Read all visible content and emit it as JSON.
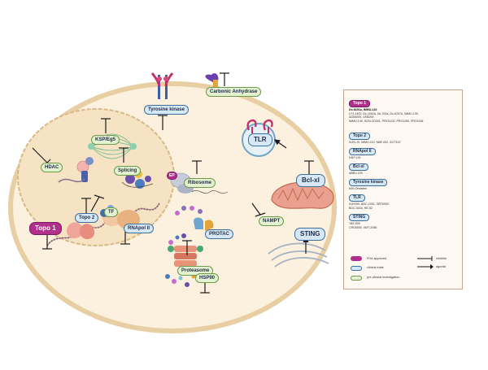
{
  "labels": {
    "topo1": "Topo 1",
    "hdac": "HDAC",
    "ksp": "KSP/Eg5",
    "splicing": "Splicing",
    "topo2": "Topo 2",
    "tf": "TF",
    "rnapol": "RNApol II",
    "tyrosine": "Tyrosine kinase",
    "carbonic": "Carbonic Anhydrase",
    "tlr": "TLR",
    "ribosome": "Ribosome",
    "ep": "EP",
    "protac": "PROTAC",
    "bclxl": "Bcl-xl",
    "nampt": "NAMPT",
    "sting": "STING",
    "proteasome": "Proteasome",
    "hsp90": "HSP90"
  },
  "legend": {
    "entries": [
      {
        "tag": "Topo 1",
        "color": "purple",
        "lines": [
          {
            "text": "Dx-8201a, IMMU-132",
            "style": "bold"
          },
          {
            "text": "LY3-1402, Ds-1062a, Ds-700a, Ds-6157a, IMMU-130,",
            "style": "it"
          },
          {
            "text": "AZD8205, SKB264",
            "style": "it"
          },
          {
            "text": "IMMU-140, SGN-CD30L, PRO1102, PRO1160, PRO1184",
            "style": "plain"
          }
        ]
      },
      {
        "tag": "Topo 2",
        "color": "blue",
        "lines": [
          {
            "text": "SGN-15, IMMU-110, NBE-002, SOT102",
            "style": "it"
          }
        ]
      },
      {
        "tag": "RNApol II",
        "color": "blue",
        "lines": [
          {
            "text": "HDP-101",
            "style": "it"
          }
        ]
      },
      {
        "tag": "Bcl-xl",
        "color": "blue",
        "lines": [
          {
            "text": "ABBV-155",
            "style": "it"
          }
        ]
      },
      {
        "tag": "Tyrosine kinase",
        "color": "blue",
        "lines": [
          {
            "text": "845 Genistein",
            "style": "it"
          }
        ]
      },
      {
        "tag": "TLR",
        "color": "blue",
        "lines": [
          {
            "text": "NJH395, BDC-1001, SBT6050",
            "style": "it"
          },
          {
            "text": "BDC-3034, HE-52",
            "style": "plain"
          }
        ]
      },
      {
        "tag": "STING",
        "color": "blue",
        "lines": [
          {
            "text": "TAK-500",
            "style": "it"
          },
          {
            "text": "CRD5500, XMT-2056",
            "style": "plain"
          }
        ]
      }
    ],
    "key": {
      "fda": "FDA approved",
      "clinical": "clinical trials",
      "preclinical": "pre-clinical investigation",
      "inhibitor": "inhibitor",
      "agonist": "agonist"
    }
  },
  "colors": {
    "fda": "#b22f8c",
    "clinical": "#d6e8f6",
    "preclinical": "#e4f2d2",
    "cytoplasm": "#fbf1de",
    "membrane": "#e8cfa3",
    "nucleus": "#f6e3c3",
    "mitochondria": "#e9a08e"
  }
}
